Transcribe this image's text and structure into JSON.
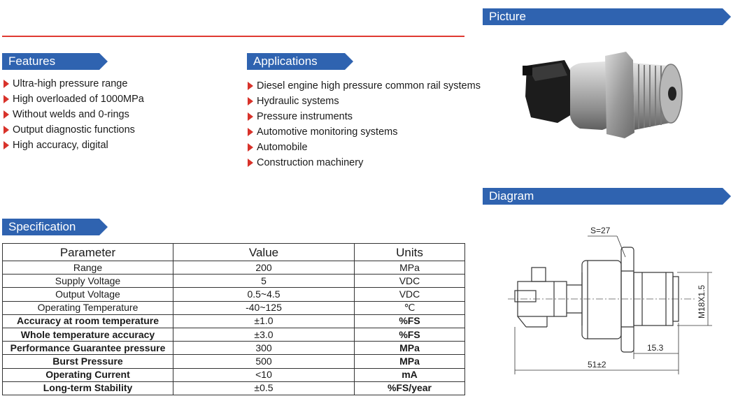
{
  "banners": {
    "picture": "Picture",
    "features": "Features",
    "applications": "Applications",
    "diagram": "Diagram",
    "specification": "Specification"
  },
  "features": [
    "Ultra-high pressure range",
    "High overloaded of 1000MPa",
    "Without welds and 0-rings",
    "Output diagnostic functions",
    "High accuracy, digital"
  ],
  "applications": [
    "Diesel engine high pressure common rail systems",
    "Hydraulic systems",
    "Pressure instruments",
    "Automotive monitoring systems",
    "Automobile",
    "Construction machinery"
  ],
  "spec": {
    "headers": [
      "Parameter",
      "Value",
      "Units"
    ],
    "rows": [
      {
        "param": "Range",
        "value": "200",
        "unit": "MPa"
      },
      {
        "param": "Supply Voltage",
        "value": "5",
        "unit": "VDC"
      },
      {
        "param": "Output Voltage",
        "value": "0.5~4.5",
        "unit": "VDC"
      },
      {
        "param": "Operating Temperature",
        "value": "-40~125",
        "unit": "℃"
      },
      {
        "param": "Accuracy at room temperature",
        "value": "±1.0",
        "unit": "%FS"
      },
      {
        "param": "Whole temperature accuracy",
        "value": "±3.0",
        "unit": "%FS"
      },
      {
        "param": "Performance Guarantee pressure",
        "value": "300",
        "unit": "MPa"
      },
      {
        "param": "Burst Pressure",
        "value": "500",
        "unit": "MPa"
      },
      {
        "param": "Operating Current",
        "value": "<10",
        "unit": "mA"
      },
      {
        "param": "Long-term Stability",
        "value": "±0.5",
        "unit": "%FS/year"
      }
    ]
  },
  "diagram": {
    "hex": "S=27",
    "thread": "M18X1.5",
    "thread_len": "15.3",
    "total_len": "51±2"
  },
  "colors": {
    "banner": "#2f63b0",
    "accent": "#e03a32"
  }
}
